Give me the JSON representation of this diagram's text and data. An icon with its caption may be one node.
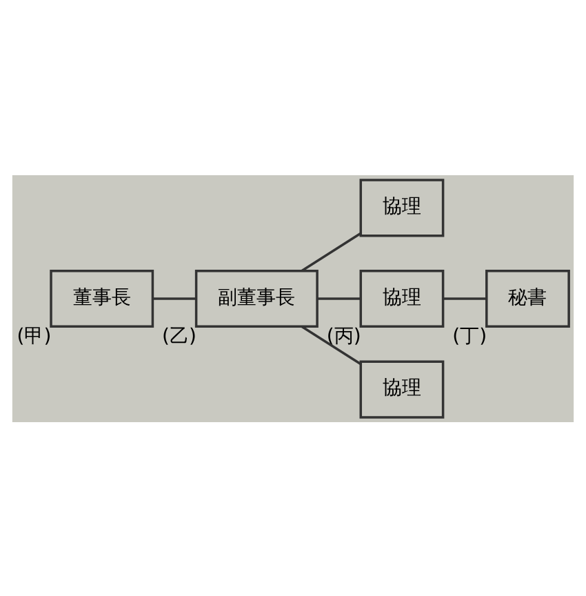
{
  "diagram": {
    "nodes": [
      {
        "text": [
          "董事長"
        ],
        "beside": [
          "(甲)"
        ]
      },
      {
        "text": [
          "副董事長"
        ],
        "beside": [
          "(乙)"
        ]
      },
      {
        "text": [
          "協理"
        ]
      },
      {
        "text": [
          "協理"
        ],
        "beside": [
          "(丙)"
        ]
      },
      {
        "text": [
          "協理"
        ]
      },
      {
        "text": [
          "秘書"
        ],
        "beside": [
          "(丁)"
        ]
      }
    ],
    "edges": [
      {
        "from": 0,
        "to": 1,
        "arrow": "none"
      },
      {
        "from": 1,
        "to": 2,
        "arrow": "none"
      },
      {
        "from": 1,
        "to": 3,
        "arrow": "none"
      },
      {
        "from": 1,
        "to": 4,
        "arrow": "none"
      },
      {
        "from": 3,
        "to": 5,
        "arrow": "none"
      }
    ]
  }
}
